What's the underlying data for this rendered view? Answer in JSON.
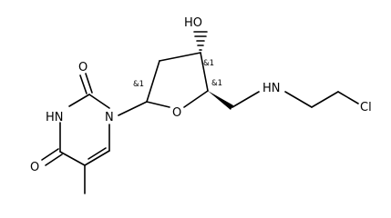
{
  "molecule": {
    "atoms": {
      "o_carbonyl_top": "O",
      "nh_ring": "HN",
      "o_carbonyl_bottom": "O",
      "n_ring": "N",
      "o_furanose": "O",
      "oh": "HO",
      "nh_amine": "HN",
      "cl": "Cl"
    },
    "stereo_labels": {
      "c1": "&1",
      "c3": "&1",
      "c4": "&1"
    }
  }
}
